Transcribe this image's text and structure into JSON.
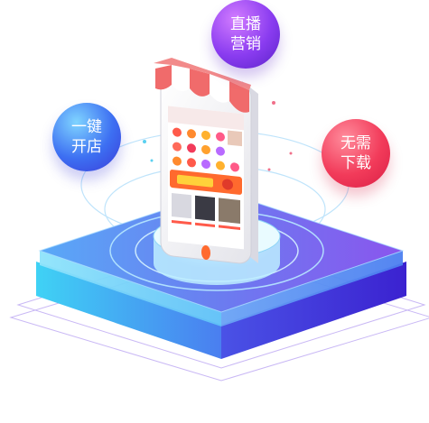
{
  "bubbles": {
    "live": {
      "line1": "直播",
      "line2": "营销"
    },
    "shop": {
      "line1": "一键",
      "line2": "开店"
    },
    "download": {
      "line1": "无需",
      "line2": "下载"
    }
  },
  "colors": {
    "platform_top": "#6f7ff0",
    "platform_side": "#3b2bd6",
    "phone_body": "#f3f3f3",
    "awning_red": "#f06b6b",
    "accent_orange": "#ff6a2e"
  }
}
